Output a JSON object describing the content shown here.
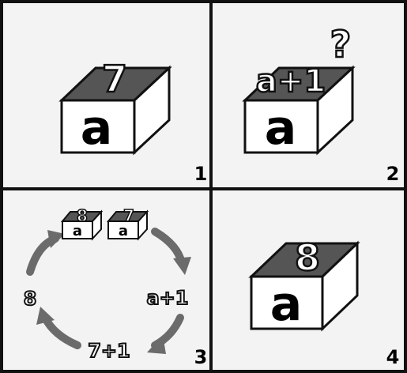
{
  "panels": [
    {
      "number": "1",
      "box_label": "a",
      "value": "7"
    },
    {
      "number": "2",
      "box_label": "a",
      "expression": "a+1",
      "question": "?"
    },
    {
      "number": "3",
      "small_boxes": [
        {
          "box_label": "a",
          "value": "8"
        },
        {
          "box_label": "a",
          "value": "7"
        }
      ],
      "cycle_labels": {
        "right": "a+1",
        "bottom": "7+1",
        "left": "8"
      }
    },
    {
      "number": "4",
      "box_label": "a",
      "value": "8"
    }
  ],
  "colors": {
    "background": "#f3f3f3",
    "border": "#111111",
    "box_interior": "#555555",
    "arrow": "#6b6b6b",
    "text": "#000000",
    "outline_text_fill": "#ffffff"
  }
}
